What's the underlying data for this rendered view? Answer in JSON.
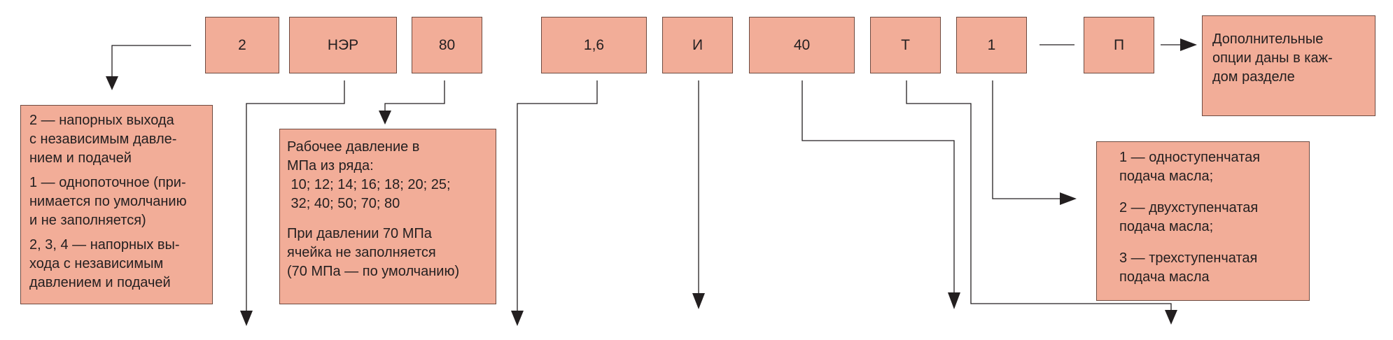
{
  "codes": [
    "2",
    "НЭР",
    "80",
    "1,6",
    "И",
    "40",
    "Т",
    "1",
    "П"
  ],
  "descriptions": {
    "flows": [
      "2 — напорных выхода\nс независимым давле-\nнием и подачей",
      "1 — однопоточное (при-\nнимается по умолчанию\nи не заполняется)",
      "2, 3, 4 — напорных вы-\nхода с независимым\nдавлением и подачей"
    ],
    "pressure": [
      "Рабочее давление в\nМПа из ряда:\n 10; 12; 14; 16; 18; 20; 25;\n 32; 40; 50; 70; 80",
      "При давлении 70 МПа\nячейка не заполняется\n(70 МПа — по умолчанию)"
    ],
    "stages": [
      "1 — одноступенчатая\nподача масла;",
      "2 — двухступенчатая\nподача масла;",
      "3 — трехступенчатая\nподача масла"
    ],
    "options": "Дополнительные\nопции даны в каж-\nдом разделе"
  },
  "colors": {
    "box_fill": "#f2ad98",
    "box_border": "#6e4a40",
    "line": "#231f20"
  }
}
